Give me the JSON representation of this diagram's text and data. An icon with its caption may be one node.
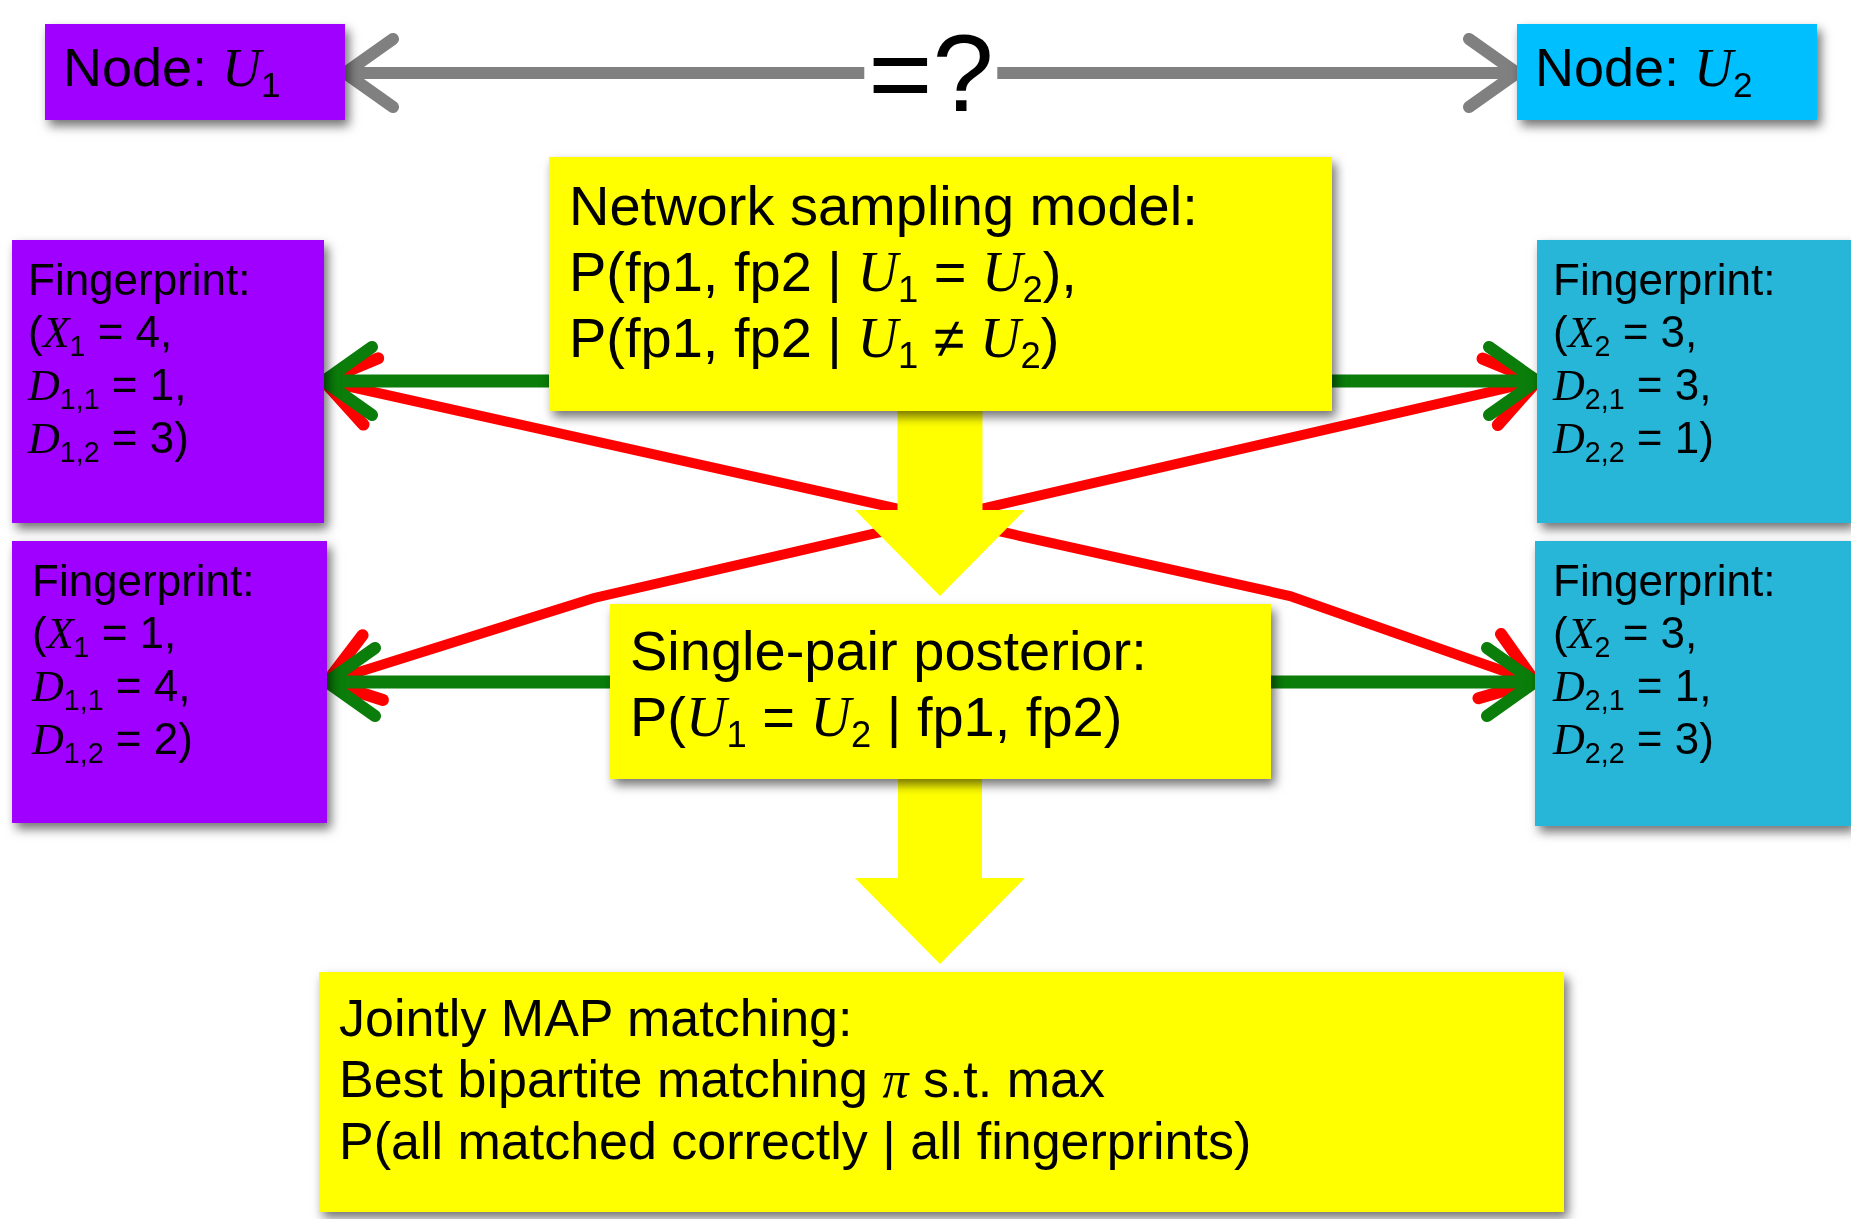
{
  "diagram": {
    "nodes": [
      {
        "text": [
          "Node: *U*$_{1}$"
        ]
      },
      {
        "text": [
          "Node: *U*$_{2}$"
        ]
      },
      {
        "text": [
          "Network sampling model:",
          "P(fp1, fp2 | *U*$_{1}$ = *U*$_{2}$),",
          "P(fp1, fp2 | *U*$_{1}$ ≠ *U*$_{2}$)"
        ]
      },
      {
        "text": [
          "Fingerprint:",
          "(*X*$_{1}$ = 4,",
          "*D*$_{1,1}$ = 1,",
          "*D*$_{1,2}$ = 3)"
        ]
      },
      {
        "text": [
          "Fingerprint:",
          "(*X*$_{1}$ = 1,",
          "*D*$_{1,1}$ = 4,",
          "*D*$_{1,2}$ = 2)"
        ]
      },
      {
        "text": [
          "Fingerprint:",
          "(*X*$_{2}$ = 3,",
          "*D*$_{2,1}$ = 3,",
          "*D*$_{2,2}$ = 1)"
        ]
      },
      {
        "text": [
          "Fingerprint:",
          "(*X*$_{2}$ = 3,",
          "*D*$_{2,1}$ = 1,",
          "*D*$_{2,2}$ = 3)"
        ]
      },
      {
        "text": [
          "Single-pair posterior:",
          "P(*U*$_{1}$ = *U*$_{2}$ | fp1, fp2)"
        ]
      },
      {
        "text": [
          "Jointly MAP matching:",
          "Best bipartite matching *π* s.t. max",
          "P(all matched correctly | all fingerprints)"
        ]
      }
    ],
    "edges": [
      {
        "from": 0,
        "to": 1,
        "arrow": "both",
        "label": "=?",
        "color": "#808080"
      },
      {
        "from": 2,
        "to": 3,
        "arrow": "to",
        "color": "#0a7d0a"
      },
      {
        "from": 2,
        "to": 5,
        "arrow": "to",
        "color": "#0a7d0a"
      },
      {
        "from": 7,
        "to": 4,
        "arrow": "to",
        "color": "#0a7d0a"
      },
      {
        "from": 7,
        "to": 6,
        "arrow": "to",
        "color": "#0a7d0a"
      },
      {
        "from": 3,
        "to": 6,
        "arrow": "both",
        "color": "#ff0000"
      },
      {
        "from": 4,
        "to": 5,
        "arrow": "both",
        "color": "#ff0000"
      },
      {
        "from": 2,
        "to": 7,
        "arrow": "to",
        "style": "thick",
        "color": "#ffff00"
      },
      {
        "from": 7,
        "to": 8,
        "arrow": "to",
        "style": "thick",
        "color": "#ffff00"
      }
    ]
  }
}
